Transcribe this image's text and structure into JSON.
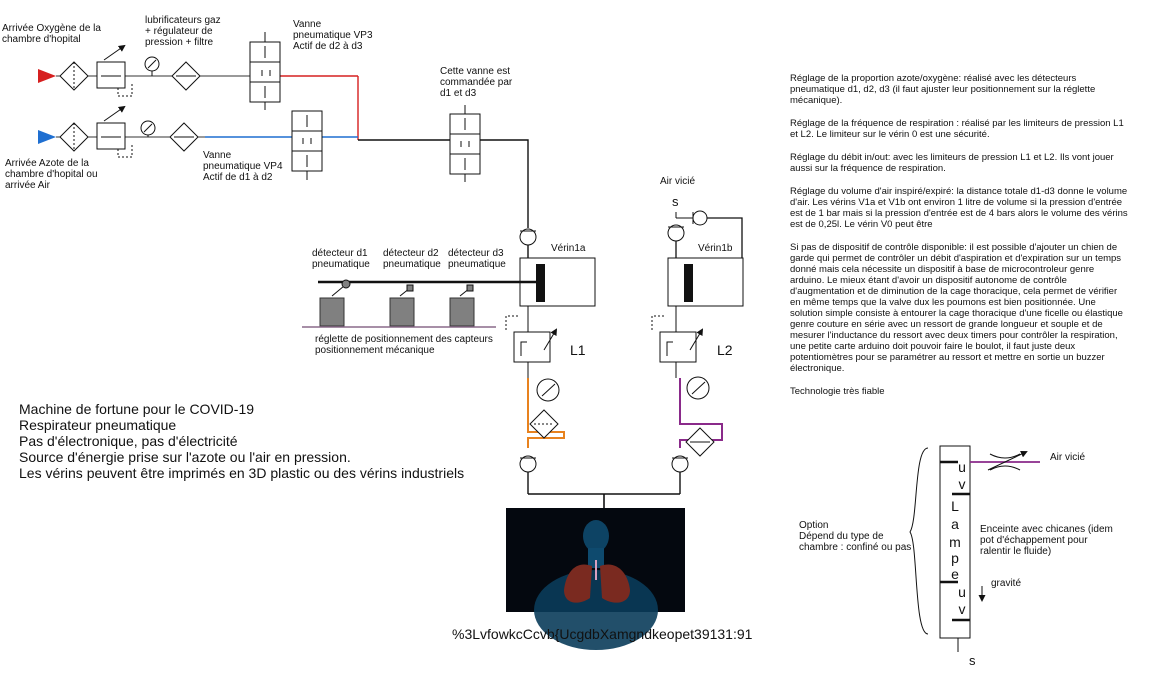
{
  "labels": {
    "oxygen_inlet": "Arrivée Oxygène de la\nchambre d'hopital",
    "lubricators": "lubrificateurs gaz\n+ régulateur de\npression + filtre",
    "valve_vp3": "Vanne\npneumatique VP3\nActif de d2 à d3",
    "valve_control": "Cette vanne est\ncommandée par\nd1 et d3",
    "nitrogen_inlet": "Arrivée Azote de la\nchambre d'hopital ou\narrivée Air",
    "valve_vp4": "Vanne\npneumatique VP4\nActif de d1 à d2",
    "air_vicie_top": "Air vicié",
    "s_top": "s",
    "cyl_v1a": "Vérin1a",
    "cyl_v1b": "Vérin1b",
    "det_d1": "détecteur d1\npneumatique",
    "det_d2": "détecteur d2\npneumatique",
    "det_d3": "détecteur d3\npneumatique",
    "reglette": "réglette de positionnement des capteurs\npositionnement mécanique",
    "l1": "L1",
    "l2": "L2",
    "caption_id": "%3LvfowkcCcvb{UcgdbXamgndkeopet39131:91",
    "air_vicie_side": "Air vicié",
    "option": "Option\nDépend du type de\nchambre : confiné ou pas",
    "enceinte": "Enceinte avec chicanes (idem\npot d'échappement pour\nralentir le fluide)",
    "gravite": "gravité",
    "s_bottom": "s",
    "lampe_letters": [
      "L",
      "a",
      "m",
      "p",
      "e"
    ],
    "uv_letters": [
      "u",
      "v",
      "u",
      "v"
    ]
  },
  "summary": [
    "Machine de fortune pour le COVID-19",
    "Respirateur pneumatique",
    "Pas d'électronique, pas d'électricité",
    "Source d'énergie prise sur l'azote ou l'air en pression.",
    "Les vérins peuvent être imprimés en 3D plastic ou des vérins industriels"
  ],
  "notes": [
    "Réglage de la proportion azote/oxygène: réalisé avec les détecteurs pneumatique d1, d2, d3 (il faut ajuster leur positionnement sur la réglette mécanique).",
    "Réglage de la fréquence de respiration : réalisé par les limiteurs de pression L1 et L2. Le limiteur sur le vérin 0 est une sécurité.",
    "Réglage du débit in/out: avec les limiteurs de pression L1 et L2. Ils vont jouer aussi sur la fréquence de respiration.",
    "Réglage du volume d'air inspiré/expiré: la distance totale d1-d3 donne le volume d'air. Les vérins V1a et V1b ont environ 1 litre de volume si la pression d'entrée est de 1 bar mais si la pression d'entrée est de 4 bars alors le volume des vérins est de 0,25l. Le vérin V0 peut être",
    "Si pas de dispositif de contrôle disponible: il est possible d'ajouter un chien de garde qui permet de contrôler un débit d'aspiration et d'expiration sur un temps donné mais cela nécessite un dispositif à base de microcontroleur genre arduino. Le mieux étant d'avoir un dispositif autonome de contrôle d'augmentation et de diminution de la cage thoracique, cela permet de vérifier en même temps que la valve dux les poumons est bien positionnée. Une solution simple consiste à entourer la cage thoracique d'une ficelle ou élastique genre couture en série avec un ressort de grande longueur et souple et de mesurer l'inductance du ressort avec deux timers pour contrôler la respiration, une petite carte arduino doit pouvoir faire le boulot, il faut juste deux potentiomètres pour se paramétrer au ressort et mettre en sortie un buzzer électronique.",
    "Technologie très fiable"
  ],
  "colors": {
    "oxygen": "#d62020",
    "nitrogen": "#1f6fd1",
    "orange_line": "#e8821e",
    "purple_line": "#8a2a8a",
    "piston": "#111111",
    "detector": "#808080"
  }
}
